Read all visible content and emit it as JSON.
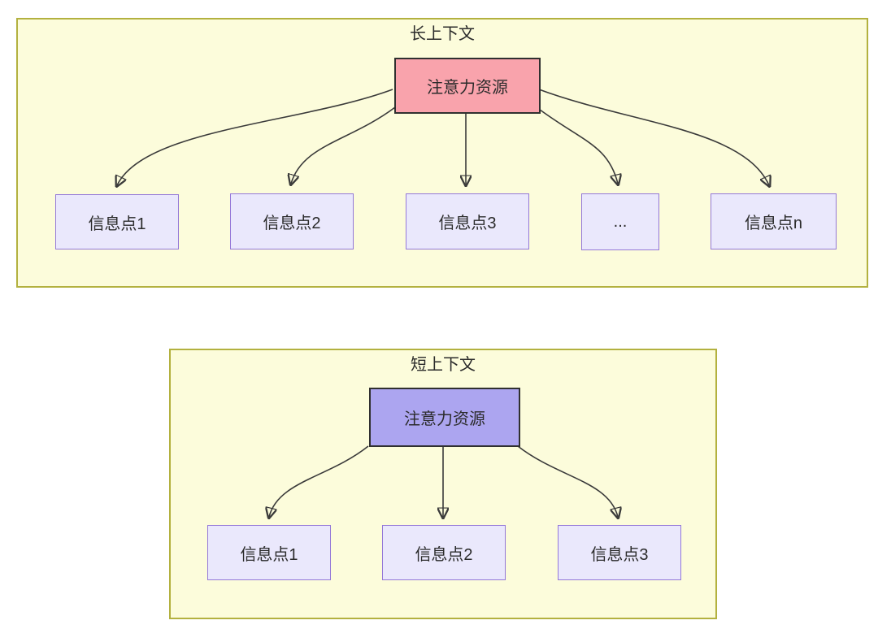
{
  "long_context": {
    "title": "长上下文",
    "source": {
      "label": "注意力资源",
      "fill": "#f9a3ac"
    },
    "targets": [
      {
        "label": "信息点1"
      },
      {
        "label": "信息点2"
      },
      {
        "label": "信息点3"
      },
      {
        "label": "..."
      },
      {
        "label": "信息点n"
      }
    ]
  },
  "short_context": {
    "title": "短上下文",
    "source": {
      "label": "注意力资源",
      "fill": "#aca5f0"
    },
    "targets": [
      {
        "label": "信息点1"
      },
      {
        "label": "信息点2"
      },
      {
        "label": "信息点3"
      }
    ]
  },
  "colors": {
    "container_fill": "#fcfcdb",
    "container_border": "#b3b13f",
    "target_fill": "#eae8fc",
    "target_border": "#9478d8",
    "source_border": "#303030",
    "arrow": "#3a3a3a",
    "text": "#2b2b2b",
    "page_background": "#ffffff"
  }
}
